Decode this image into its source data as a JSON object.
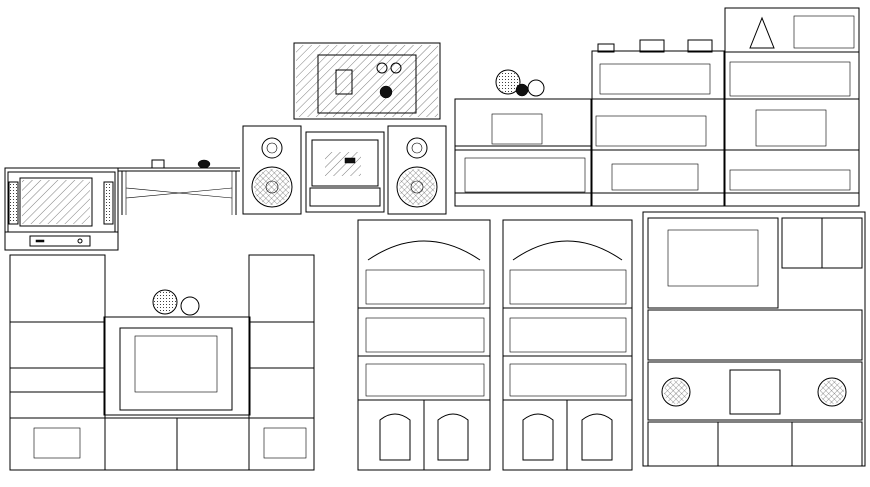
{
  "drawing": {
    "background": "#ffffff",
    "line_color": "#000000",
    "items": [
      {
        "name": "tv-stand-left"
      },
      {
        "name": "console-table"
      },
      {
        "name": "stereo-system"
      },
      {
        "name": "wall-stereo-panel"
      },
      {
        "name": "low-bookshelf"
      },
      {
        "name": "mid-bookshelf"
      },
      {
        "name": "tall-bookshelf"
      },
      {
        "name": "entertainment-center-left"
      },
      {
        "name": "arched-bookcase-left"
      },
      {
        "name": "arched-bookcase-right"
      },
      {
        "name": "entertainment-center-right"
      }
    ]
  }
}
